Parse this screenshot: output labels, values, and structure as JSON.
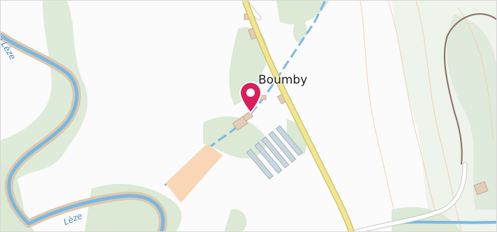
{
  "map": {
    "place_label": "Boumby",
    "river_label_top": "la Lèze",
    "river_label_bottom": "Lèze",
    "colors": {
      "background": "#fbfbfb",
      "river": "#7ab8e4",
      "river_bank": "#d9c7ae",
      "vegetation": "#dbe9d5",
      "road_fill": "#f2e78d",
      "road_casing": "#cfc27a",
      "field": "#f8d6b6",
      "building": "#e3cdb8",
      "greenhouse": "#c9d6dd",
      "contour": "#e8c9a8",
      "hill_shade": "#e6eee4",
      "marker": "#d81e5b"
    },
    "marker_icon": "map-pin-icon"
  }
}
